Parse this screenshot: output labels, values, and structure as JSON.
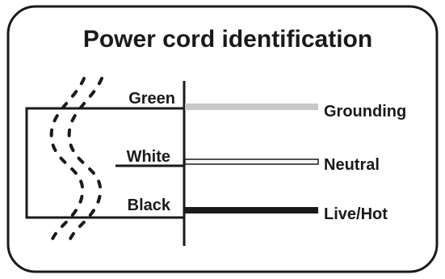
{
  "diagram": {
    "title": "Power cord identification",
    "wires": [
      {
        "color_label": "Green",
        "function_label": "Grounding",
        "line_color": "#c8c8c8",
        "line_style": "solid-gray"
      },
      {
        "color_label": "White",
        "function_label": "Neutral",
        "line_color": "#ffffff",
        "line_style": "outlined-hollow"
      },
      {
        "color_label": "Black",
        "function_label": "Live/Hot",
        "line_color": "#1a1a1a",
        "line_style": "solid-black"
      }
    ],
    "colors": {
      "ink": "#1a1a1a",
      "background": "#ffffff"
    }
  }
}
